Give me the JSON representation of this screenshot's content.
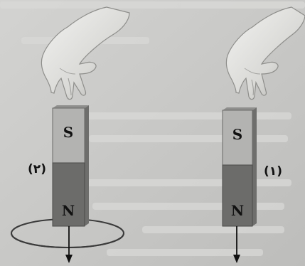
{
  "figure": {
    "magnet_2": {
      "label": "(٢)",
      "top_pole": "S",
      "bottom_pole": "N"
    },
    "magnet_1": {
      "label": "(١)",
      "top_pole": "S",
      "bottom_pole": "N"
    }
  }
}
